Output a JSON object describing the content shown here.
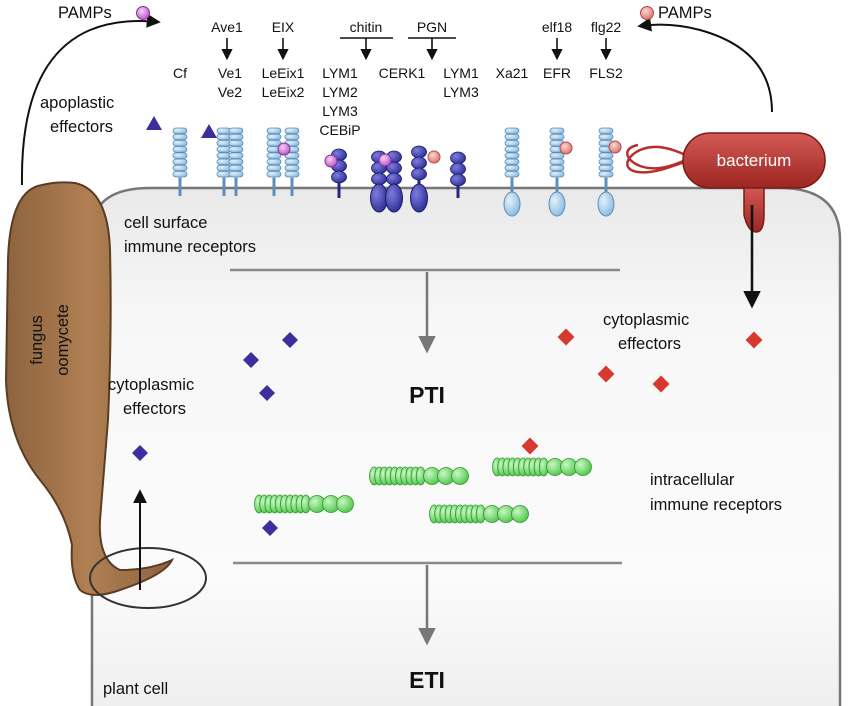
{
  "labels": {
    "pamps_left": "PAMPs",
    "pamps_right": "PAMPs",
    "apoplastic_1": "apoplastic",
    "apoplastic_2": "effectors",
    "fungus_1": "fungus",
    "fungus_2": "oomycete",
    "bacterium": "bacterium",
    "surface_1": "cell surface",
    "surface_2": "immune receptors",
    "cyto_left_1": "cytoplasmic",
    "cyto_left_2": "effectors",
    "cyto_right_1": "cytoplasmic",
    "cyto_right_2": "effectors",
    "intra_1": "intracellular",
    "intra_2": "immune receptors",
    "pti": "PTI",
    "eti": "ETI",
    "plant_cell": "plant cell"
  },
  "ligands": {
    "ave1": "Ave1",
    "eix": "EIX",
    "chitin": "chitin",
    "pgn": "PGN",
    "elf18": "elf18",
    "flg22": "flg22"
  },
  "receptors": {
    "cf": "Cf",
    "ve1": "Ve1",
    "ve2": "Ve2",
    "leeix1": "LeEix1",
    "leeix2": "LeEix2",
    "lym1a": "LYM1",
    "lym2": "LYM2",
    "lym3a": "LYM3",
    "cebip": "CEBiP",
    "cerk1": "CERK1",
    "lym1b": "LYM1",
    "lym3b": "LYM3",
    "xa21": "Xa21",
    "efr": "EFR",
    "fls2": "FLS2"
  },
  "colors": {
    "fungus": "#a0734a",
    "bacterium": "#b5302c",
    "receptor_light": "#a9cdea",
    "receptor_dark": "#3a3aa0",
    "effector_fungal": "#3a2f9c",
    "effector_bacterial": "#d63a2f",
    "nlr_green": "#5fd35a",
    "pamp_purple": "#c86bd3",
    "pamp_pink": "#e58a8a"
  }
}
